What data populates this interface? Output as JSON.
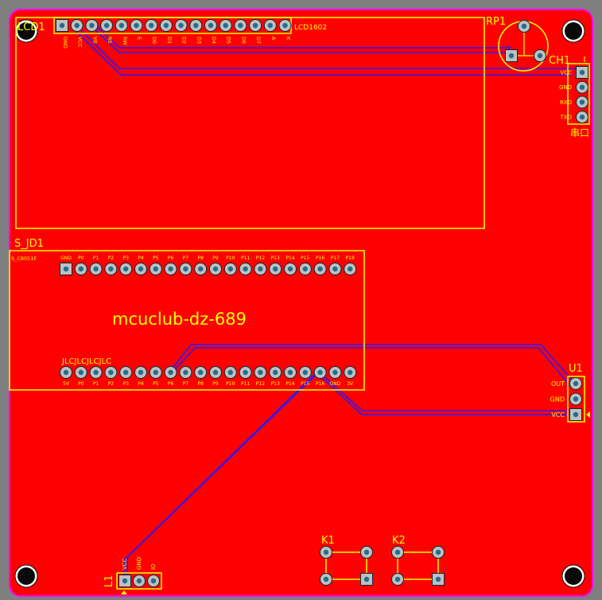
{
  "board": {
    "title": "mcuclub-dz-689",
    "colors": {
      "background": "#7f7f7f",
      "board": "#ff0000",
      "outline": "#ff00ff",
      "silk": "#ffff00",
      "trace": "#2a1aff",
      "pad": "#c0c0c0",
      "hole": "#1f6f8f"
    }
  },
  "components": {
    "lcd1": {
      "designator": "LCD1",
      "value": "LCD1602",
      "pin_labels": [
        "GND",
        "VCC",
        "V0",
        "RS",
        "RW",
        "E",
        "D0",
        "D1",
        "D2",
        "D3",
        "D4",
        "D5",
        "D6",
        "D7",
        "A",
        "K"
      ]
    },
    "rp1": {
      "designator": "RP1"
    },
    "ch1": {
      "designator": "CH1",
      "value": "串口",
      "pin_labels": [
        "VCC",
        "GND",
        "RXD",
        "TXD"
      ]
    },
    "s_jd1": {
      "designator": "S_JD1",
      "top_label": "S_C8051F",
      "top_pin_labels": [
        "GND",
        "P0",
        "P1",
        "P2",
        "P3",
        "P4",
        "P5",
        "P6",
        "P7",
        "P8",
        "P9",
        "P10",
        "P11",
        "P12",
        "P13",
        "P14",
        "P15",
        "P16",
        "P17",
        "P18"
      ],
      "bottom_marker": "JLCJLCJLCJLC",
      "bottom_pin_labels": [
        "5V",
        "P0",
        "P1",
        "P2",
        "P3",
        "P4",
        "P5",
        "P6",
        "P7",
        "P8",
        "P9",
        "P10",
        "P11",
        "P12",
        "P13",
        "P14",
        "P15",
        "P16",
        "GND",
        "3V"
      ]
    },
    "u1": {
      "designator": "U1",
      "pin_labels": [
        "OUT",
        "GND",
        "VCC"
      ]
    },
    "l1": {
      "designator": "L1",
      "pin_labels": [
        "VCC",
        "GND",
        "IO"
      ]
    },
    "k1": {
      "designator": "K1"
    },
    "k2": {
      "designator": "K2"
    }
  }
}
